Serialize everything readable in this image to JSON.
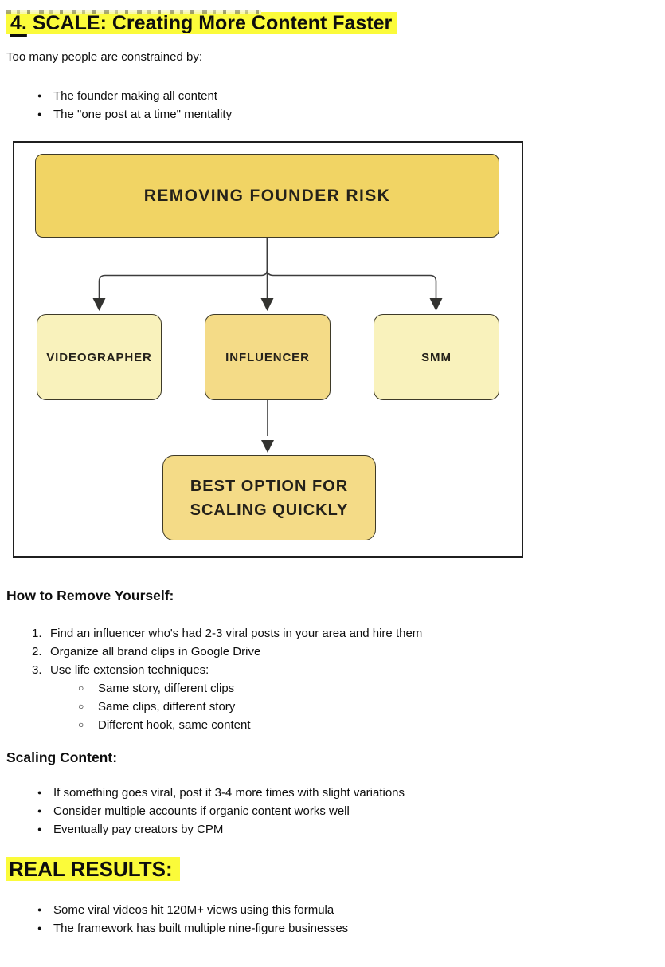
{
  "colors": {
    "highlight_yellow": "#fbfb3a",
    "box_gold": "#f1d464",
    "box_pale": "#f9f2bc",
    "box_medium": "#f4db87",
    "box_border": "#3e3a28",
    "line": "#3c3c3c"
  },
  "scale_section": {
    "heading_number": "4.",
    "heading_text": "SCALE: Creating More Content Faster",
    "intro": "Too many people are constrained by:",
    "bullets": [
      "The founder making all content",
      "The \"one post at a time\" mentality"
    ]
  },
  "diagram": {
    "root_label": "REMOVING FOUNDER RISK",
    "children": [
      "VIDEOGRAPHER",
      "INFLUENCER",
      "SMM"
    ],
    "result_label": "BEST OPTION FOR SCALING QUICKLY"
  },
  "remove_section": {
    "heading": "How to Remove Yourself:",
    "steps": [
      {
        "num": "1.",
        "text": "Find an influencer who's had 2-3 viral posts in your area and hire them"
      },
      {
        "num": "2.",
        "text": "Organize all brand clips in Google Drive"
      },
      {
        "num": "3.",
        "text": "Use life extension techniques:",
        "subs": [
          "Same story, different clips",
          "Same clips, different story",
          "Different hook, same content"
        ]
      }
    ]
  },
  "scaling_section": {
    "heading": "Scaling Content:",
    "bullets": [
      "If something goes viral, post it 3-4 more times with slight variations",
      "Consider multiple accounts if organic content works well",
      "Eventually pay creators by CPM"
    ]
  },
  "results_section": {
    "heading": "REAL RESULTS:",
    "bullets": [
      "Some viral videos hit 120M+ views using this formula",
      "The framework has built multiple nine-figure businesses"
    ]
  }
}
